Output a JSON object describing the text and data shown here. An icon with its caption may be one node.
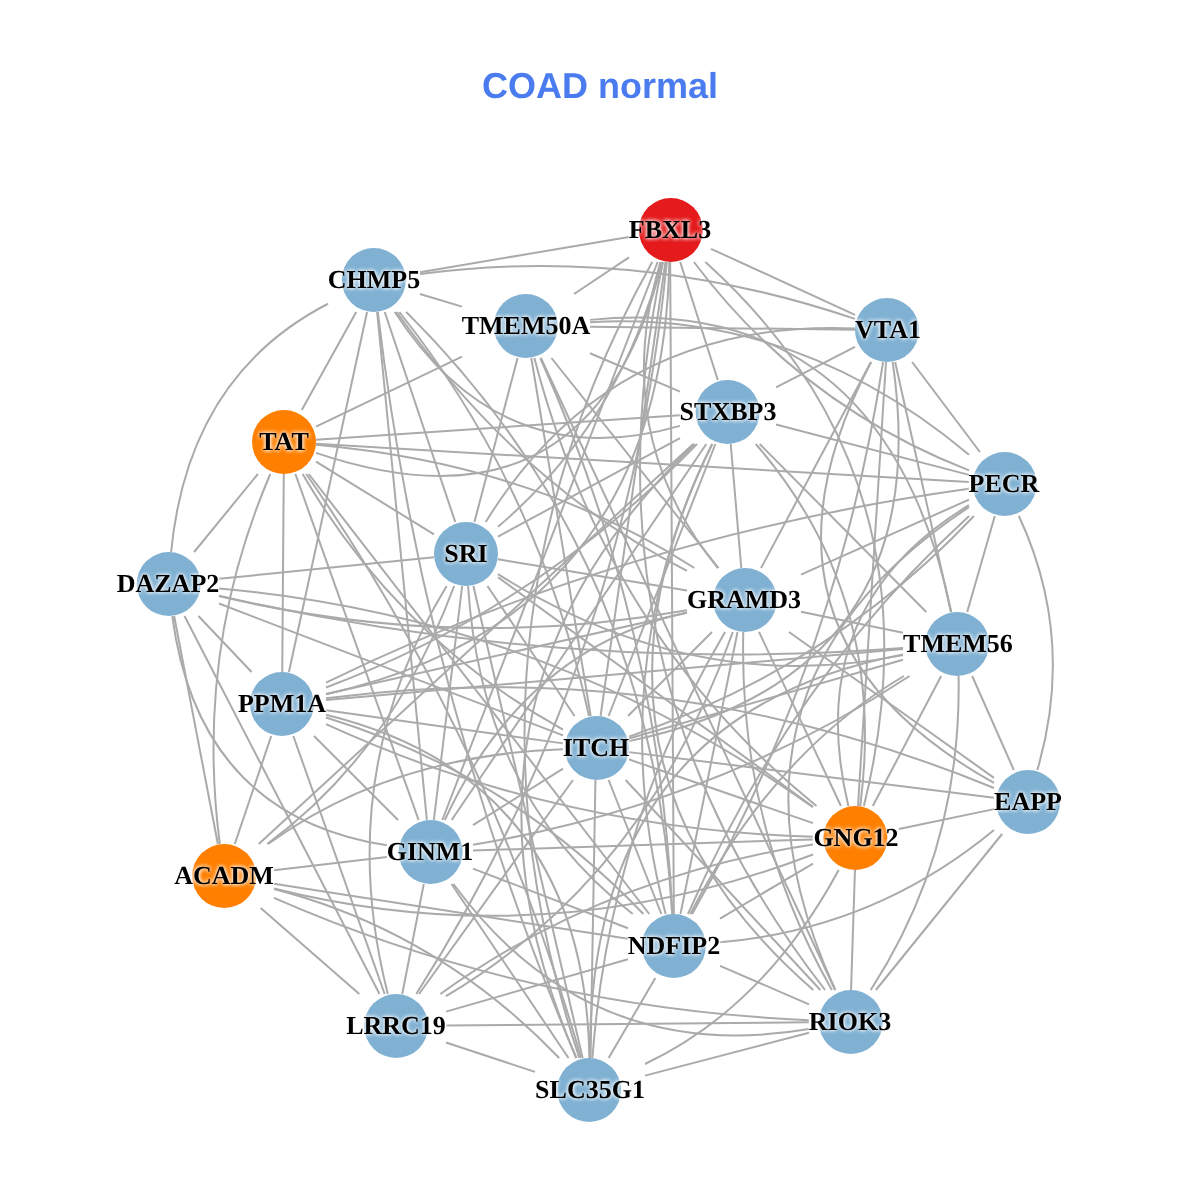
{
  "diagram": {
    "title": "COAD normal",
    "nodes": [
      {
        "text": [
          "FBXL3"
        ]
      },
      {
        "text": [
          "CHMP5"
        ]
      },
      {
        "text": [
          "TMEM50A"
        ]
      },
      {
        "text": [
          "VTA1"
        ]
      },
      {
        "text": [
          "TAT"
        ]
      },
      {
        "text": [
          "STXBP3"
        ]
      },
      {
        "text": [
          "PECR"
        ]
      },
      {
        "text": [
          "DAZAP2"
        ]
      },
      {
        "text": [
          "SRI"
        ]
      },
      {
        "text": [
          "GRAMD3"
        ]
      },
      {
        "text": [
          "TMEM56"
        ]
      },
      {
        "text": [
          "PPM1A"
        ]
      },
      {
        "text": [
          "ITCH"
        ]
      },
      {
        "text": [
          "EAPP"
        ]
      },
      {
        "text": [
          "GNG12"
        ]
      },
      {
        "text": [
          "ACADM"
        ]
      },
      {
        "text": [
          "GINM1"
        ]
      },
      {
        "text": [
          "NDFIP2"
        ]
      },
      {
        "text": [
          "LRRC19"
        ]
      },
      {
        "text": [
          "RIOK3"
        ]
      },
      {
        "text": [
          "SLC35G1"
        ]
      }
    ],
    "edges": [
      {
        "from": 0,
        "to": 1,
        "arrow": "none"
      },
      {
        "from": 0,
        "to": 2,
        "arrow": "none"
      },
      {
        "from": 0,
        "to": 3,
        "arrow": "none"
      },
      {
        "from": 0,
        "to": 4,
        "arrow": "none"
      },
      {
        "from": 0,
        "to": 5,
        "arrow": "none"
      },
      {
        "from": 0,
        "to": 6,
        "arrow": "none"
      },
      {
        "from": 0,
        "to": 8,
        "arrow": "none"
      },
      {
        "from": 0,
        "to": 9,
        "arrow": "none"
      },
      {
        "from": 0,
        "to": 11,
        "arrow": "none"
      },
      {
        "from": 0,
        "to": 12,
        "arrow": "none"
      },
      {
        "from": 0,
        "to": 14,
        "arrow": "none"
      },
      {
        "from": 0,
        "to": 16,
        "arrow": "none"
      },
      {
        "from": 0,
        "to": 17,
        "arrow": "none"
      },
      {
        "from": 0,
        "to": 18,
        "arrow": "none"
      },
      {
        "from": 0,
        "to": 19,
        "arrow": "none"
      },
      {
        "from": 0,
        "to": 20,
        "arrow": "none"
      },
      {
        "from": 1,
        "to": 2,
        "arrow": "none"
      },
      {
        "from": 1,
        "to": 3,
        "arrow": "none"
      },
      {
        "from": 1,
        "to": 4,
        "arrow": "none"
      },
      {
        "from": 1,
        "to": 5,
        "arrow": "none"
      },
      {
        "from": 1,
        "to": 7,
        "arrow": "none"
      },
      {
        "from": 1,
        "to": 8,
        "arrow": "none"
      },
      {
        "from": 1,
        "to": 9,
        "arrow": "none"
      },
      {
        "from": 1,
        "to": 11,
        "arrow": "none"
      },
      {
        "from": 1,
        "to": 12,
        "arrow": "none"
      },
      {
        "from": 1,
        "to": 16,
        "arrow": "none"
      },
      {
        "from": 1,
        "to": 17,
        "arrow": "none"
      },
      {
        "from": 1,
        "to": 20,
        "arrow": "none"
      },
      {
        "from": 2,
        "to": 3,
        "arrow": "none"
      },
      {
        "from": 2,
        "to": 4,
        "arrow": "none"
      },
      {
        "from": 2,
        "to": 5,
        "arrow": "none"
      },
      {
        "from": 2,
        "to": 6,
        "arrow": "none"
      },
      {
        "from": 2,
        "to": 8,
        "arrow": "none"
      },
      {
        "from": 2,
        "to": 9,
        "arrow": "none"
      },
      {
        "from": 2,
        "to": 10,
        "arrow": "none"
      },
      {
        "from": 2,
        "to": 12,
        "arrow": "none"
      },
      {
        "from": 2,
        "to": 14,
        "arrow": "none"
      },
      {
        "from": 2,
        "to": 17,
        "arrow": "none"
      },
      {
        "from": 2,
        "to": 19,
        "arrow": "none"
      },
      {
        "from": 3,
        "to": 5,
        "arrow": "none"
      },
      {
        "from": 3,
        "to": 6,
        "arrow": "none"
      },
      {
        "from": 3,
        "to": 8,
        "arrow": "none"
      },
      {
        "from": 3,
        "to": 9,
        "arrow": "none"
      },
      {
        "from": 3,
        "to": 10,
        "arrow": "none"
      },
      {
        "from": 3,
        "to": 12,
        "arrow": "none"
      },
      {
        "from": 3,
        "to": 13,
        "arrow": "none"
      },
      {
        "from": 3,
        "to": 14,
        "arrow": "none"
      },
      {
        "from": 3,
        "to": 17,
        "arrow": "none"
      },
      {
        "from": 4,
        "to": 5,
        "arrow": "none"
      },
      {
        "from": 4,
        "to": 6,
        "arrow": "none"
      },
      {
        "from": 4,
        "to": 7,
        "arrow": "none"
      },
      {
        "from": 4,
        "to": 8,
        "arrow": "none"
      },
      {
        "from": 4,
        "to": 9,
        "arrow": "none"
      },
      {
        "from": 4,
        "to": 11,
        "arrow": "none"
      },
      {
        "from": 4,
        "to": 12,
        "arrow": "none"
      },
      {
        "from": 4,
        "to": 15,
        "arrow": "none"
      },
      {
        "from": 4,
        "to": 16,
        "arrow": "none"
      },
      {
        "from": 4,
        "to": 17,
        "arrow": "none"
      },
      {
        "from": 4,
        "to": 20,
        "arrow": "none"
      },
      {
        "from": 5,
        "to": 6,
        "arrow": "none"
      },
      {
        "from": 5,
        "to": 8,
        "arrow": "none"
      },
      {
        "from": 5,
        "to": 9,
        "arrow": "none"
      },
      {
        "from": 5,
        "to": 10,
        "arrow": "none"
      },
      {
        "from": 5,
        "to": 11,
        "arrow": "none"
      },
      {
        "from": 5,
        "to": 12,
        "arrow": "none"
      },
      {
        "from": 5,
        "to": 14,
        "arrow": "none"
      },
      {
        "from": 5,
        "to": 15,
        "arrow": "none"
      },
      {
        "from": 5,
        "to": 16,
        "arrow": "none"
      },
      {
        "from": 5,
        "to": 17,
        "arrow": "none"
      },
      {
        "from": 5,
        "to": 19,
        "arrow": "none"
      },
      {
        "from": 5,
        "to": 20,
        "arrow": "none"
      },
      {
        "from": 6,
        "to": 9,
        "arrow": "none"
      },
      {
        "from": 6,
        "to": 10,
        "arrow": "none"
      },
      {
        "from": 6,
        "to": 11,
        "arrow": "none"
      },
      {
        "from": 6,
        "to": 12,
        "arrow": "none"
      },
      {
        "from": 6,
        "to": 13,
        "arrow": "none"
      },
      {
        "from": 6,
        "to": 14,
        "arrow": "none"
      },
      {
        "from": 6,
        "to": 17,
        "arrow": "none"
      },
      {
        "from": 6,
        "to": 19,
        "arrow": "none"
      },
      {
        "from": 7,
        "to": 8,
        "arrow": "none"
      },
      {
        "from": 7,
        "to": 9,
        "arrow": "none"
      },
      {
        "from": 7,
        "to": 10,
        "arrow": "none"
      },
      {
        "from": 7,
        "to": 11,
        "arrow": "none"
      },
      {
        "from": 7,
        "to": 12,
        "arrow": "none"
      },
      {
        "from": 7,
        "to": 14,
        "arrow": "none"
      },
      {
        "from": 7,
        "to": 15,
        "arrow": "none"
      },
      {
        "from": 7,
        "to": 16,
        "arrow": "none"
      },
      {
        "from": 7,
        "to": 18,
        "arrow": "none"
      },
      {
        "from": 8,
        "to": 9,
        "arrow": "none"
      },
      {
        "from": 8,
        "to": 10,
        "arrow": "none"
      },
      {
        "from": 8,
        "to": 12,
        "arrow": "none"
      },
      {
        "from": 8,
        "to": 14,
        "arrow": "none"
      },
      {
        "from": 8,
        "to": 15,
        "arrow": "none"
      },
      {
        "from": 8,
        "to": 16,
        "arrow": "none"
      },
      {
        "from": 8,
        "to": 17,
        "arrow": "none"
      },
      {
        "from": 8,
        "to": 18,
        "arrow": "none"
      },
      {
        "from": 8,
        "to": 20,
        "arrow": "none"
      },
      {
        "from": 9,
        "to": 10,
        "arrow": "none"
      },
      {
        "from": 9,
        "to": 11,
        "arrow": "none"
      },
      {
        "from": 9,
        "to": 12,
        "arrow": "none"
      },
      {
        "from": 9,
        "to": 13,
        "arrow": "none"
      },
      {
        "from": 9,
        "to": 14,
        "arrow": "none"
      },
      {
        "from": 9,
        "to": 16,
        "arrow": "none"
      },
      {
        "from": 9,
        "to": 17,
        "arrow": "none"
      },
      {
        "from": 9,
        "to": 18,
        "arrow": "none"
      },
      {
        "from": 9,
        "to": 19,
        "arrow": "none"
      },
      {
        "from": 9,
        "to": 20,
        "arrow": "none"
      },
      {
        "from": 10,
        "to": 11,
        "arrow": "none"
      },
      {
        "from": 10,
        "to": 12,
        "arrow": "none"
      },
      {
        "from": 10,
        "to": 13,
        "arrow": "none"
      },
      {
        "from": 10,
        "to": 14,
        "arrow": "none"
      },
      {
        "from": 10,
        "to": 16,
        "arrow": "none"
      },
      {
        "from": 10,
        "to": 17,
        "arrow": "none"
      },
      {
        "from": 10,
        "to": 19,
        "arrow": "none"
      },
      {
        "from": 10,
        "to": 20,
        "arrow": "none"
      },
      {
        "from": 11,
        "to": 12,
        "arrow": "none"
      },
      {
        "from": 11,
        "to": 13,
        "arrow": "none"
      },
      {
        "from": 11,
        "to": 14,
        "arrow": "none"
      },
      {
        "from": 11,
        "to": 15,
        "arrow": "none"
      },
      {
        "from": 11,
        "to": 16,
        "arrow": "none"
      },
      {
        "from": 11,
        "to": 17,
        "arrow": "none"
      },
      {
        "from": 11,
        "to": 18,
        "arrow": "none"
      },
      {
        "from": 11,
        "to": 20,
        "arrow": "none"
      },
      {
        "from": 12,
        "to": 13,
        "arrow": "none"
      },
      {
        "from": 12,
        "to": 14,
        "arrow": "none"
      },
      {
        "from": 12,
        "to": 15,
        "arrow": "none"
      },
      {
        "from": 12,
        "to": 16,
        "arrow": "none"
      },
      {
        "from": 12,
        "to": 17,
        "arrow": "none"
      },
      {
        "from": 12,
        "to": 18,
        "arrow": "none"
      },
      {
        "from": 12,
        "to": 19,
        "arrow": "none"
      },
      {
        "from": 12,
        "to": 20,
        "arrow": "none"
      },
      {
        "from": 13,
        "to": 14,
        "arrow": "none"
      },
      {
        "from": 13,
        "to": 17,
        "arrow": "none"
      },
      {
        "from": 13,
        "to": 19,
        "arrow": "none"
      },
      {
        "from": 14,
        "to": 15,
        "arrow": "none"
      },
      {
        "from": 14,
        "to": 16,
        "arrow": "none"
      },
      {
        "from": 14,
        "to": 17,
        "arrow": "none"
      },
      {
        "from": 14,
        "to": 18,
        "arrow": "none"
      },
      {
        "from": 14,
        "to": 19,
        "arrow": "none"
      },
      {
        "from": 14,
        "to": 20,
        "arrow": "none"
      },
      {
        "from": 15,
        "to": 16,
        "arrow": "none"
      },
      {
        "from": 15,
        "to": 17,
        "arrow": "none"
      },
      {
        "from": 15,
        "to": 18,
        "arrow": "none"
      },
      {
        "from": 15,
        "to": 19,
        "arrow": "none"
      },
      {
        "from": 15,
        "to": 20,
        "arrow": "none"
      },
      {
        "from": 16,
        "to": 17,
        "arrow": "none"
      },
      {
        "from": 16,
        "to": 18,
        "arrow": "none"
      },
      {
        "from": 16,
        "to": 19,
        "arrow": "none"
      },
      {
        "from": 16,
        "to": 20,
        "arrow": "none"
      },
      {
        "from": 17,
        "to": 18,
        "arrow": "none"
      },
      {
        "from": 17,
        "to": 19,
        "arrow": "none"
      },
      {
        "from": 17,
        "to": 20,
        "arrow": "none"
      },
      {
        "from": 18,
        "to": 19,
        "arrow": "none"
      },
      {
        "from": 18,
        "to": 20,
        "arrow": "none"
      },
      {
        "from": 19,
        "to": 20,
        "arrow": "none"
      }
    ]
  }
}
